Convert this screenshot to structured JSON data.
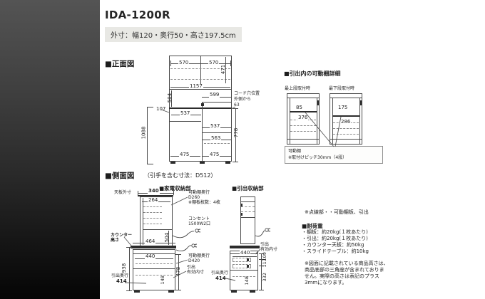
{
  "page": {
    "title": "IDA-1200R",
    "subtitle": "外寸：幅120・奥行50・高さ197.5cm"
  },
  "front": {
    "heading": "■正面図",
    "d570a": "570",
    "d570b": "570",
    "d471": "471",
    "d1157": "1157",
    "d599": "599",
    "d504": "504",
    "d107": "107",
    "d1088": "1088",
    "d537a": "537",
    "d537b": "537",
    "d563": "563",
    "d778": "778",
    "d475a": "475",
    "d475b": "475",
    "cord_note_1": "コード穴位置",
    "cord_note_2": "外側から",
    "cord_note_3": "63"
  },
  "detail": {
    "heading": "■引出内の可動棚詳細",
    "top_label": "最上段取付時",
    "bottom_label": "最下段取付時",
    "left_upper": "85",
    "left_lower": "376",
    "right_upper": "175",
    "right_lower": "286",
    "note_line1": "可動棚",
    "note_line2": "※取付けピッチ30mm（4段）"
  },
  "side": {
    "heading": "■側面図",
    "heading_note": "（引手を含む寸法：D512）",
    "left": {
      "heading": "■家電収納部",
      "top_label": "天板外寸",
      "d340": "340",
      "d264": "264",
      "d504": "504",
      "counter_label1": "カウンター",
      "counter_label2": "高さ",
      "d464": "464",
      "d440": "440",
      "d938": "938",
      "d478": "478",
      "d148": "148",
      "depth_label": "引出奥行",
      "d414": "414",
      "note_shelf1a": "可動棚奥行",
      "note_shelf1b": "D260",
      "note_shelf1c": "※棚板枚数：4枚",
      "note_outlet1": "コンセント",
      "note_outlet2": "1500W2口",
      "note_shelf2a": "可動棚奥行",
      "note_shelf2b": "D420",
      "note_drawer1": "引出",
      "note_drawer2": "有効内寸"
    },
    "right": {
      "heading": "■引出収納部",
      "d440": "440",
      "note_drawer1": "引出",
      "note_drawer2": "有効内寸",
      "d109": "109",
      "d117": "117",
      "d332": "332",
      "d148": "148",
      "depth_label": "引出奥行",
      "d414": "414"
    }
  },
  "notes": {
    "dotted": "※点線部・・可動棚板、引出",
    "load_heading": "■耐荷重",
    "load_items": [
      "・棚板：約20kg(１枚あたり)",
      "・引出：約20kg(１枚あたり)",
      "・カウンター天板：約50kg",
      "・スライドテーブル：約10kg"
    ],
    "caution_lines": [
      "※図面に記載されている商品高さは、",
      "商品底部の三角座が含まれておりま",
      "せん。実際の高さは表記のプラス",
      "3mmになります。"
    ]
  },
  "colors": {
    "line": "#4a4a4a",
    "subtitle_bg": "#e8e8e4"
  }
}
